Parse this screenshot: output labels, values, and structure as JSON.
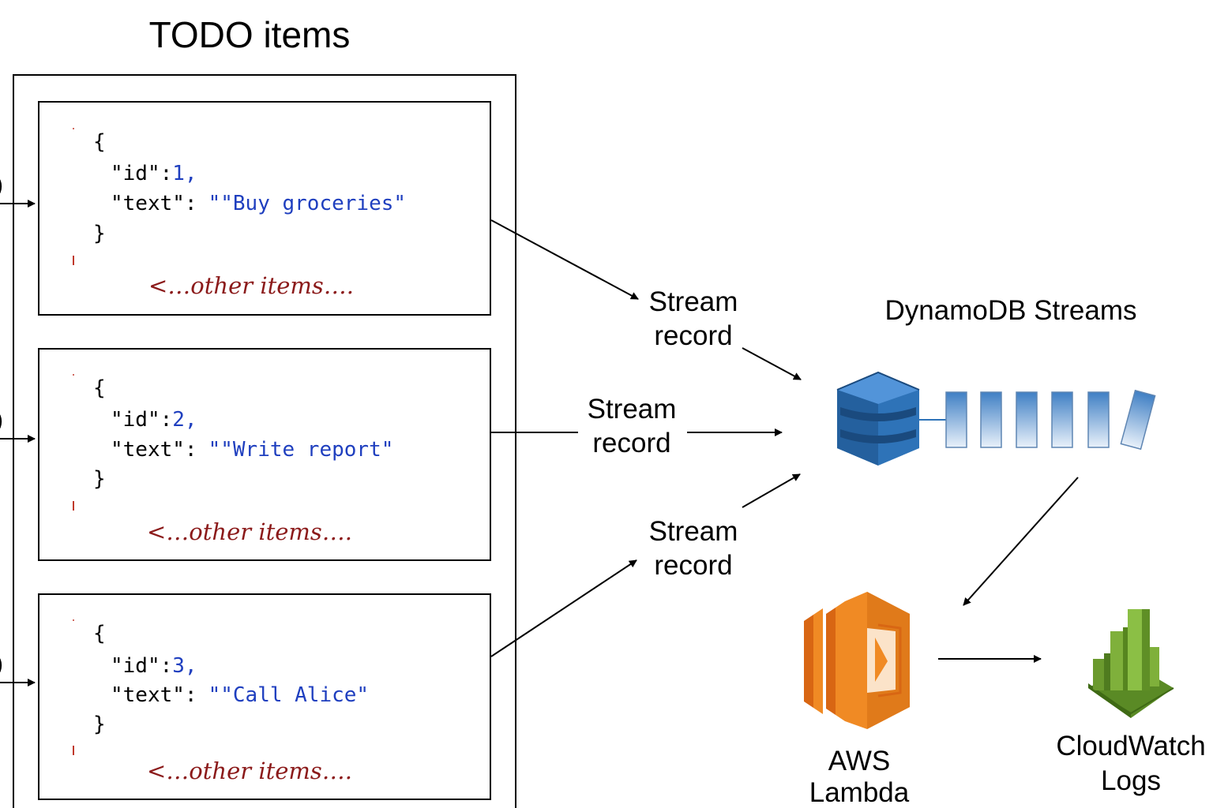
{
  "title": "TODO items",
  "items": [
    {
      "open_brace": "{",
      "id_key": "\"id\":",
      "id_value": "1,",
      "text_key": "\"text\":",
      "text_value": "\"\"Buy groceries\"",
      "close_brace": "}",
      "other": "<…other items…."
    },
    {
      "open_brace": "{",
      "id_key": "\"id\":",
      "id_value": "2,",
      "text_key": "\"text\":",
      "text_value": "\"\"Write report\"",
      "close_brace": "}",
      "other": "<…other items…."
    },
    {
      "open_brace": "{",
      "id_key": "\"id\":",
      "id_value": "3,",
      "text_key": "\"text\":",
      "text_value": "\"\"Call Alice\"",
      "close_brace": "}",
      "other": "<…other items…."
    }
  ],
  "stream_records": [
    {
      "line1": "Stream",
      "line2": "record"
    },
    {
      "line1": "Stream",
      "line2": "record"
    },
    {
      "line1": "Stream",
      "line2": "record"
    }
  ],
  "dynamodb_streams_label": "DynamoDB Streams",
  "lambda": {
    "line1": "AWS",
    "line2": "Lambda"
  },
  "cloudwatch": {
    "line1": "CloudWatch",
    "line2": "Logs"
  },
  "icons": {
    "dynamodb": "dynamodb-icon",
    "lambda": "aws-lambda-icon",
    "cloudwatch": "cloudwatch-icon"
  },
  "colors": {
    "json_value": "#1f3fbf",
    "other_items": "#8b1a1a",
    "dynamo_blue": "#2e73b8",
    "lambda_orange": "#f08a24",
    "cloudwatch_green": "#6b9a2e"
  }
}
